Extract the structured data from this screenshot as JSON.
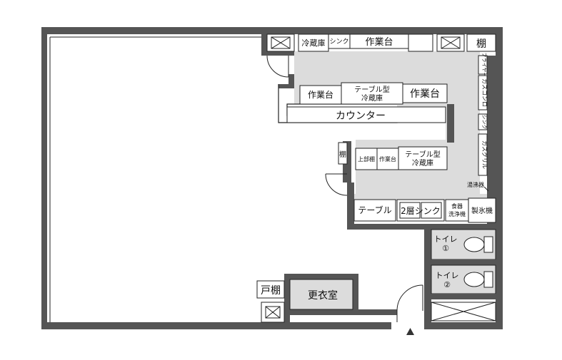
{
  "labels": {
    "fridge": "冷蔵庫",
    "sink_top": "シンク",
    "worktable_top": "作業台",
    "shelf": "棚",
    "fryer": "フライヤー",
    "gas_stove": "ガスコンロ",
    "sink_right": "シンク",
    "gas_grill": "ガスグリル",
    "worktable_left": "作業台",
    "table_fridge_1_line1": "テーブル型",
    "table_fridge_1_line2": "冷蔵庫",
    "worktable_right": "作業台",
    "counter": "カウンター",
    "shelf_small": "棚",
    "upper_shelf": "上部棚",
    "worktable_small": "作業台",
    "table_fridge_2_line1": "テーブル型",
    "table_fridge_2_line2": "冷蔵庫",
    "water_heater": "湯沸器",
    "table": "テーブル",
    "two_tier_sink": "2層シンク",
    "dishwasher_line1": "食器",
    "dishwasher_line2": "洗浄機",
    "ice_machine": "製氷機",
    "toilet1_line1": "トイレ",
    "toilet1_line2": "①",
    "toilet2_line1": "トイレ",
    "toilet2_line2": "②",
    "door_shelf": "戸棚",
    "locker_room": "更衣室"
  },
  "colors": {
    "wall": "#555555",
    "kitchen_floor": "#dcdcdc",
    "line": "#222222",
    "background": "#ffffff"
  }
}
